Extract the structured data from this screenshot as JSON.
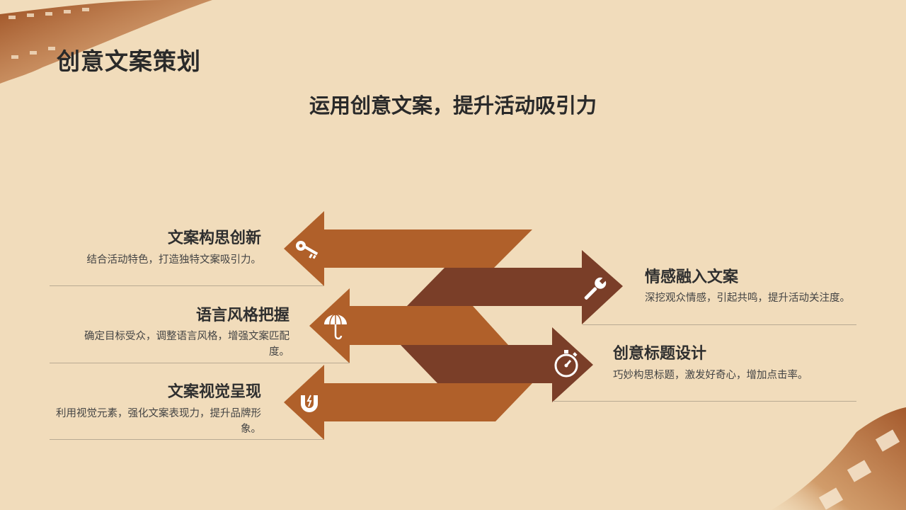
{
  "header": {
    "title": "创意文案策划",
    "subtitle": "运用创意文案，提升活动吸引力"
  },
  "items": [
    {
      "title": "文案构思创新",
      "desc": "结合活动特色，打造独特文案吸引力。",
      "icon": "key-icon",
      "side": "left"
    },
    {
      "title": "语言风格把握",
      "desc": "确定目标受众，调整语言风格，增强文案匹配度。",
      "icon": "umbrella-icon",
      "side": "left"
    },
    {
      "title": "文案视觉呈现",
      "desc": "利用视觉元素，强化文案表现力，提升品牌形象。",
      "icon": "magnet-icon",
      "side": "left"
    },
    {
      "title": "情感融入文案",
      "desc": "深挖观众情感，引起共鸣，提升活动关注度。",
      "icon": "wrench-icon",
      "side": "right"
    },
    {
      "title": "创意标题设计",
      "desc": "巧妙构思标题，激发好奇心，增加点击率。",
      "icon": "stopwatch-icon",
      "side": "right"
    }
  ],
  "colors": {
    "background": "#f1dcbb",
    "arrow_light": "#b0602a",
    "arrow_dark": "#7a3e28",
    "film": "#a4592c"
  }
}
